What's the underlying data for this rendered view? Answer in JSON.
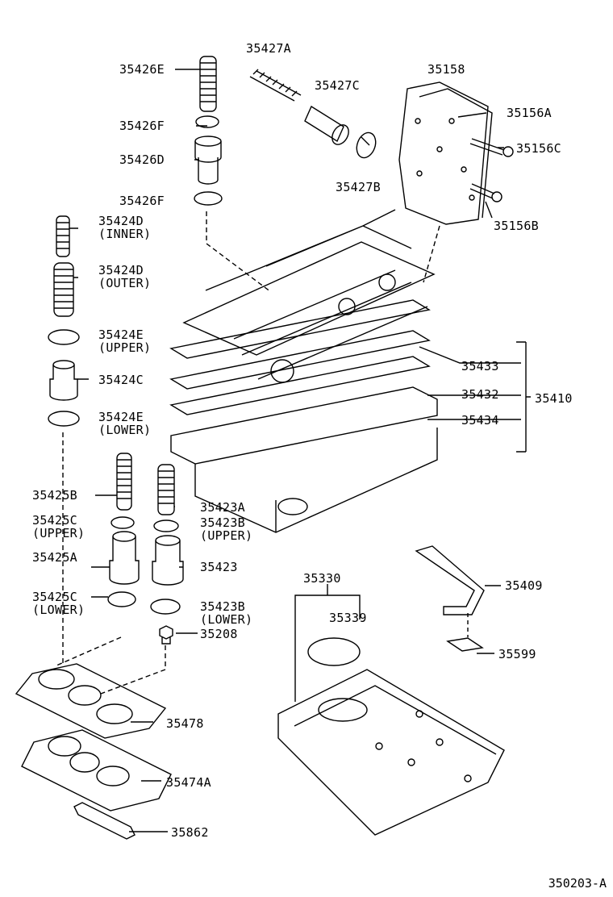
{
  "labels": {
    "p35426E": "35426E",
    "p35426F_top": "35426F",
    "p35426D": "35426D",
    "p35426F_bottom": "35426F",
    "p35427A": "35427A",
    "p35427C": "35427C",
    "p35427B": "35427B",
    "p35158": "35158",
    "p35156A": "35156A",
    "p35156C": "35156C",
    "p35156B": "35156B",
    "p35424D_inner": "35424D",
    "p35424D_inner_note": "(INNER)",
    "p35424D_outer": "35424D",
    "p35424D_outer_note": "(OUTER)",
    "p35424E_upper": "35424E",
    "p35424E_upper_note": "(UPPER)",
    "p35424C": "35424C",
    "p35424E_lower": "35424E",
    "p35424E_lower_note": "(LOWER)",
    "p35433": "35433",
    "p35432": "35432",
    "p35410": "35410",
    "p35434": "35434",
    "p35425B": "35425B",
    "p35423A": "35423A",
    "p35425C_upper": "35425C",
    "p35425C_upper_note": "(UPPER)",
    "p35423B_upper": "35423B",
    "p35423B_upper_note": "(UPPER)",
    "p35425A": "35425A",
    "p35423": "35423",
    "p35425C_lower": "35425C",
    "p35425C_lower_note": "(LOWER)",
    "p35423B_lower": "35423B",
    "p35423B_lower_note": "(LOWER)",
    "p35208": "35208",
    "p35330": "35330",
    "p35339": "35339",
    "p35409": "35409",
    "p35599": "35599",
    "p35478": "35478",
    "p35474A": "35474A",
    "p35862": "35862"
  },
  "footer": {
    "figure_code": "350203-A"
  }
}
